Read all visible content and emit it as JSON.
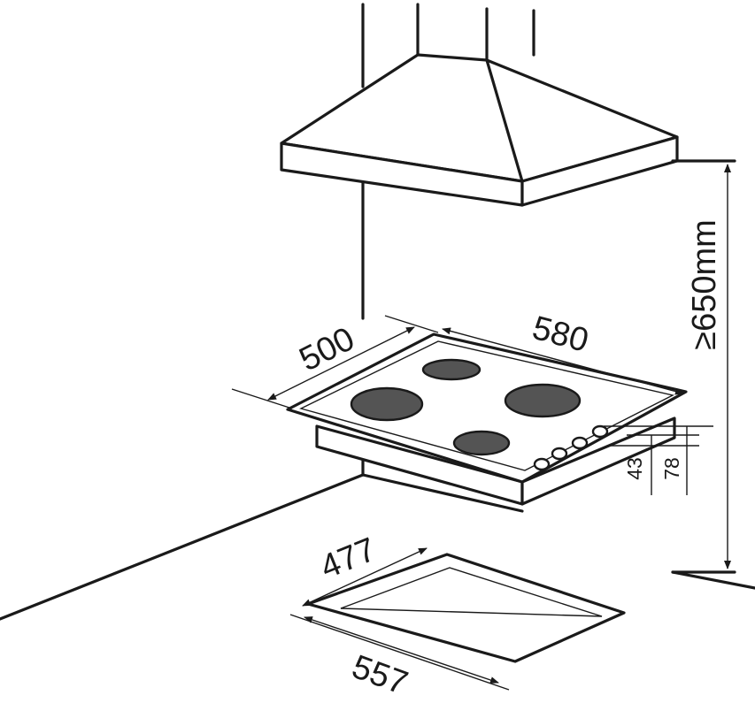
{
  "dimensions": {
    "hob_depth": "500",
    "hob_width": "580",
    "clearance": "≥650mm",
    "cutout_depth": "477",
    "cutout_width": "557",
    "hob_thickness": "43",
    "total_height": "78"
  },
  "colors": {
    "line": "#1a1a1a",
    "burner": "#545454",
    "background": "#ffffff"
  }
}
